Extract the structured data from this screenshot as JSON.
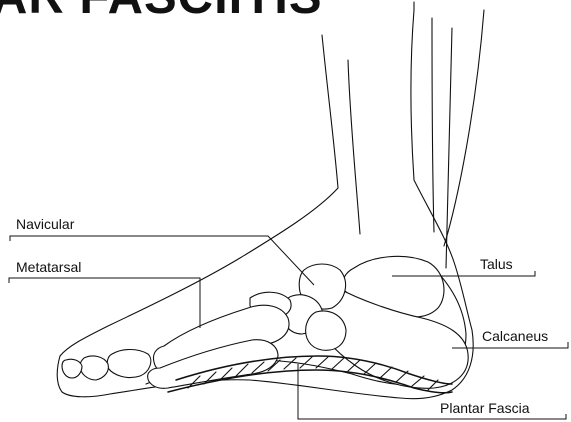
{
  "title": "AR FASCIITIS",
  "labels": {
    "navicular": "Navicular",
    "metatarsal": "Metatarsal",
    "talus": "Talus",
    "calcaneus": "Calcaneus",
    "plantar_fascia": "Plantar Fascia"
  }
}
